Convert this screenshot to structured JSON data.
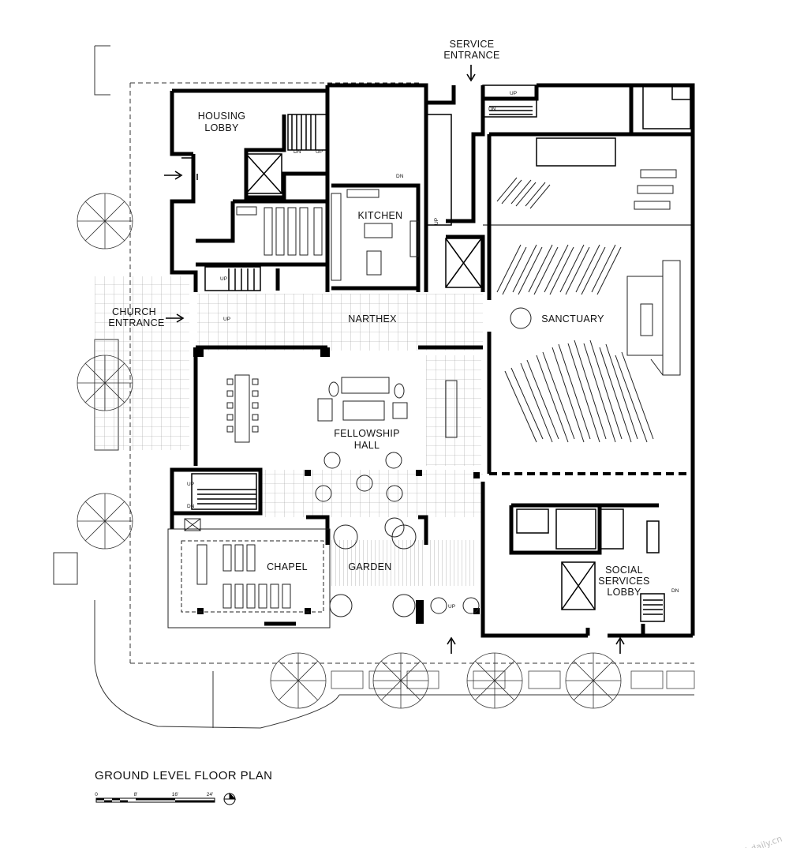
{
  "plan": {
    "title": "GROUND LEVEL FLOOR PLAN",
    "rooms": {
      "housing_lobby": [
        "HOUSING",
        "LOBBY"
      ],
      "kitchen": [
        "KITCHEN"
      ],
      "service_entrance": [
        "SERVICE",
        "ENTRANCE"
      ],
      "church_entrance": [
        "CHURCH",
        "ENTRANCE"
      ],
      "narthex": [
        "NARTHEX"
      ],
      "sanctuary": [
        "SANCTUARY"
      ],
      "fellowship_hall": [
        "FELLOWSHIP",
        "HALL"
      ],
      "chapel": [
        "CHAPEL"
      ],
      "garden": [
        "GARDEN"
      ],
      "social_services_lobby": [
        "SOCIAL",
        "SERVICES",
        "LOBBY"
      ]
    },
    "stair_labels": {
      "up": "UP",
      "dn": "DN"
    },
    "scale_bar": {
      "ticks": [
        "0",
        "8'",
        "16'",
        "24'"
      ]
    },
    "watermark": "archdaily.cn"
  }
}
